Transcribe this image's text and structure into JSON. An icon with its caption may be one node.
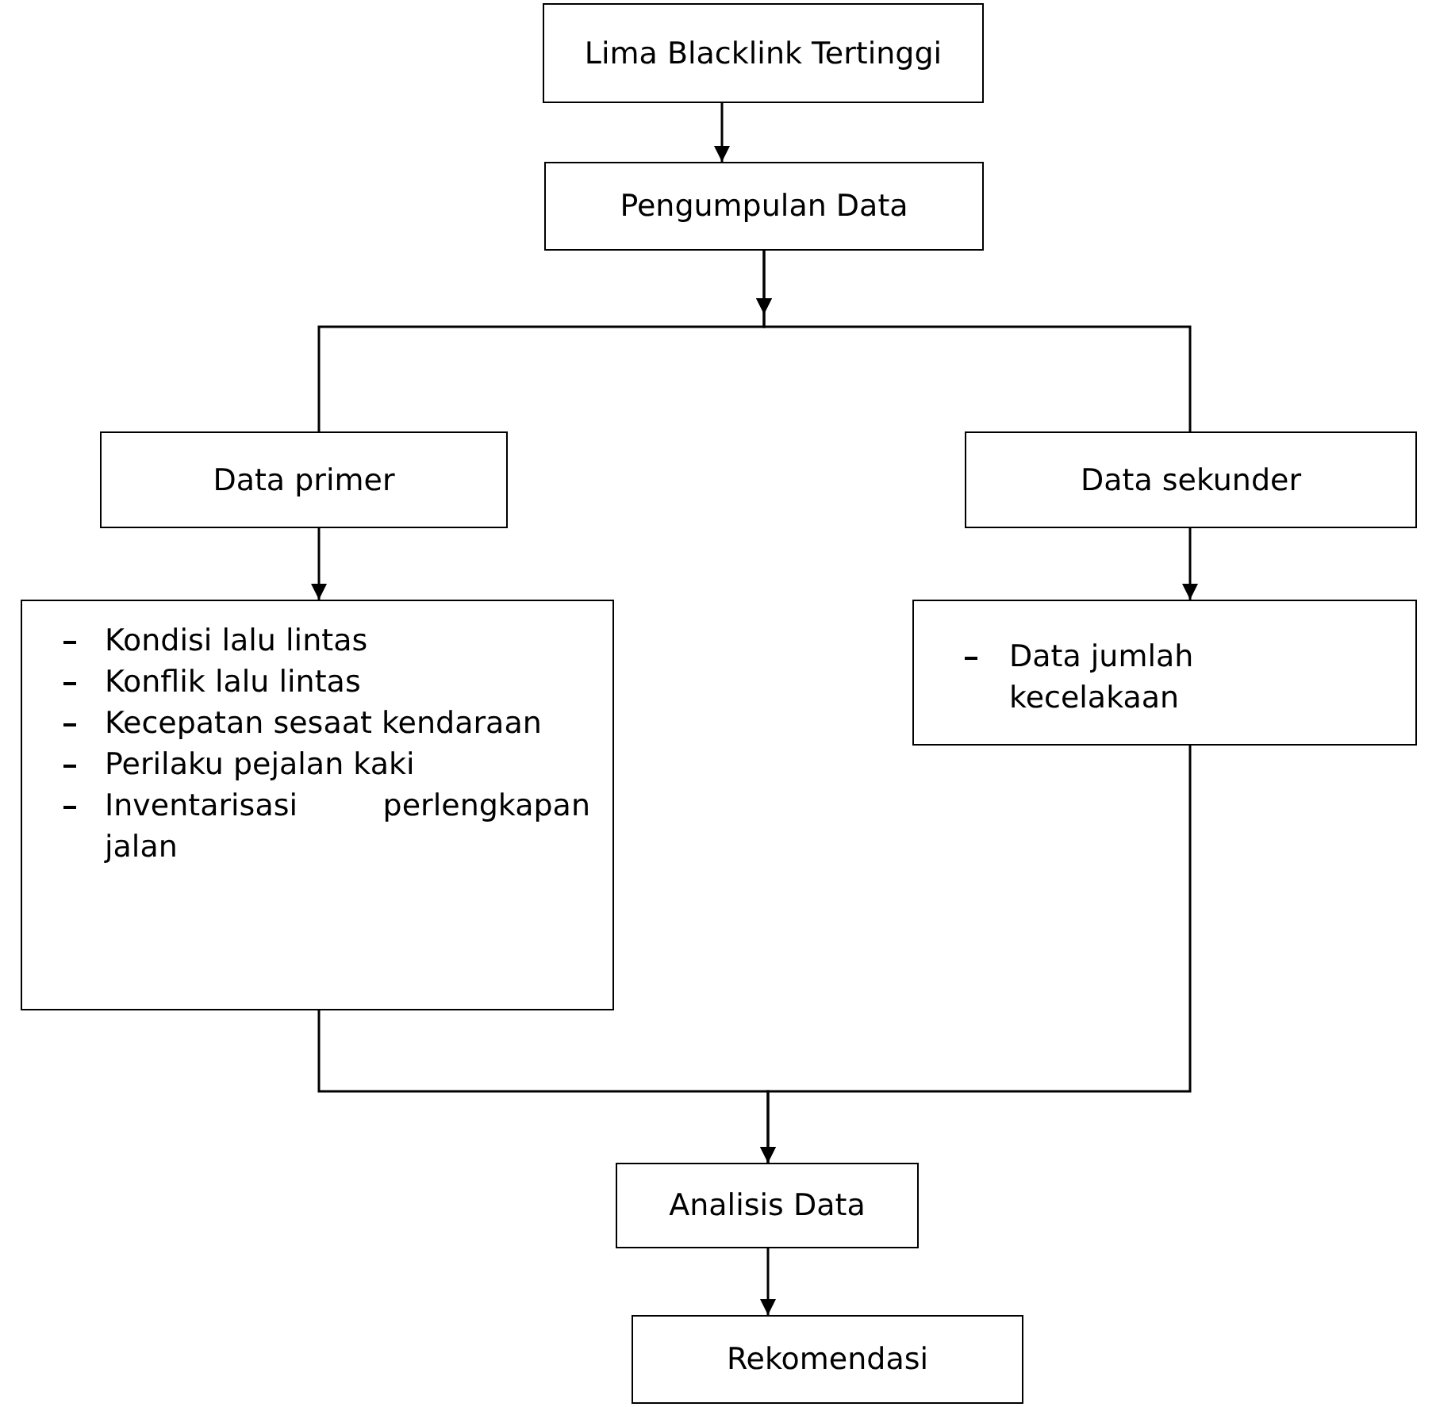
{
  "diagram": {
    "nodes": [
      {
        "text": [
          "Lima Blacklink Tertinggi"
        ]
      },
      {
        "text": [
          "Pengumpulan Data"
        ]
      },
      {
        "text": [
          "Data primer"
        ]
      },
      {
        "text": [
          "Data sekunder"
        ]
      },
      {
        "text": [
          "Kondisi lalu lintas",
          "Konflik lalu lintas",
          "Kecepatan sesaat kendaraan",
          "Perilaku pejalan kaki",
          "Inventarisasi perlengkapan jalan"
        ]
      },
      {
        "text": [
          "Data jumlah kecelakaan"
        ]
      },
      {
        "text": [
          "Analisis Data"
        ]
      },
      {
        "text": [
          "Rekomendasi"
        ]
      }
    ],
    "edges": [
      {
        "from": 0,
        "to": 1,
        "arrow": "to"
      },
      {
        "from": 1,
        "to": 2,
        "arrow": "to"
      },
      {
        "from": 1,
        "to": 3,
        "arrow": "to"
      },
      {
        "from": 2,
        "to": 4,
        "arrow": "to"
      },
      {
        "from": 3,
        "to": 5,
        "arrow": "to"
      },
      {
        "from": 4,
        "to": 6,
        "arrow": "to"
      },
      {
        "from": 5,
        "to": 6,
        "arrow": "to"
      },
      {
        "from": 6,
        "to": 7,
        "arrow": "to"
      }
    ]
  }
}
